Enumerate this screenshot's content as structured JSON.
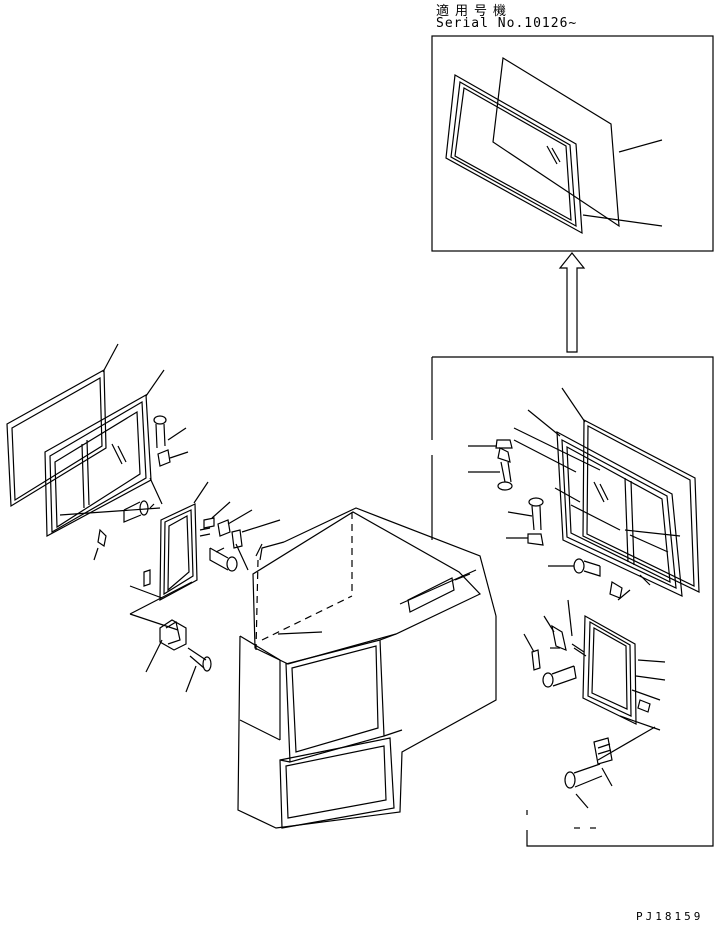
{
  "header": {
    "applicable_model_label": "適用号機",
    "serial_label": "Serial No.10126~"
  },
  "footer": {
    "drawing_code": "PJ18159"
  },
  "colors": {
    "line": "#000000",
    "background": "#ffffff"
  }
}
